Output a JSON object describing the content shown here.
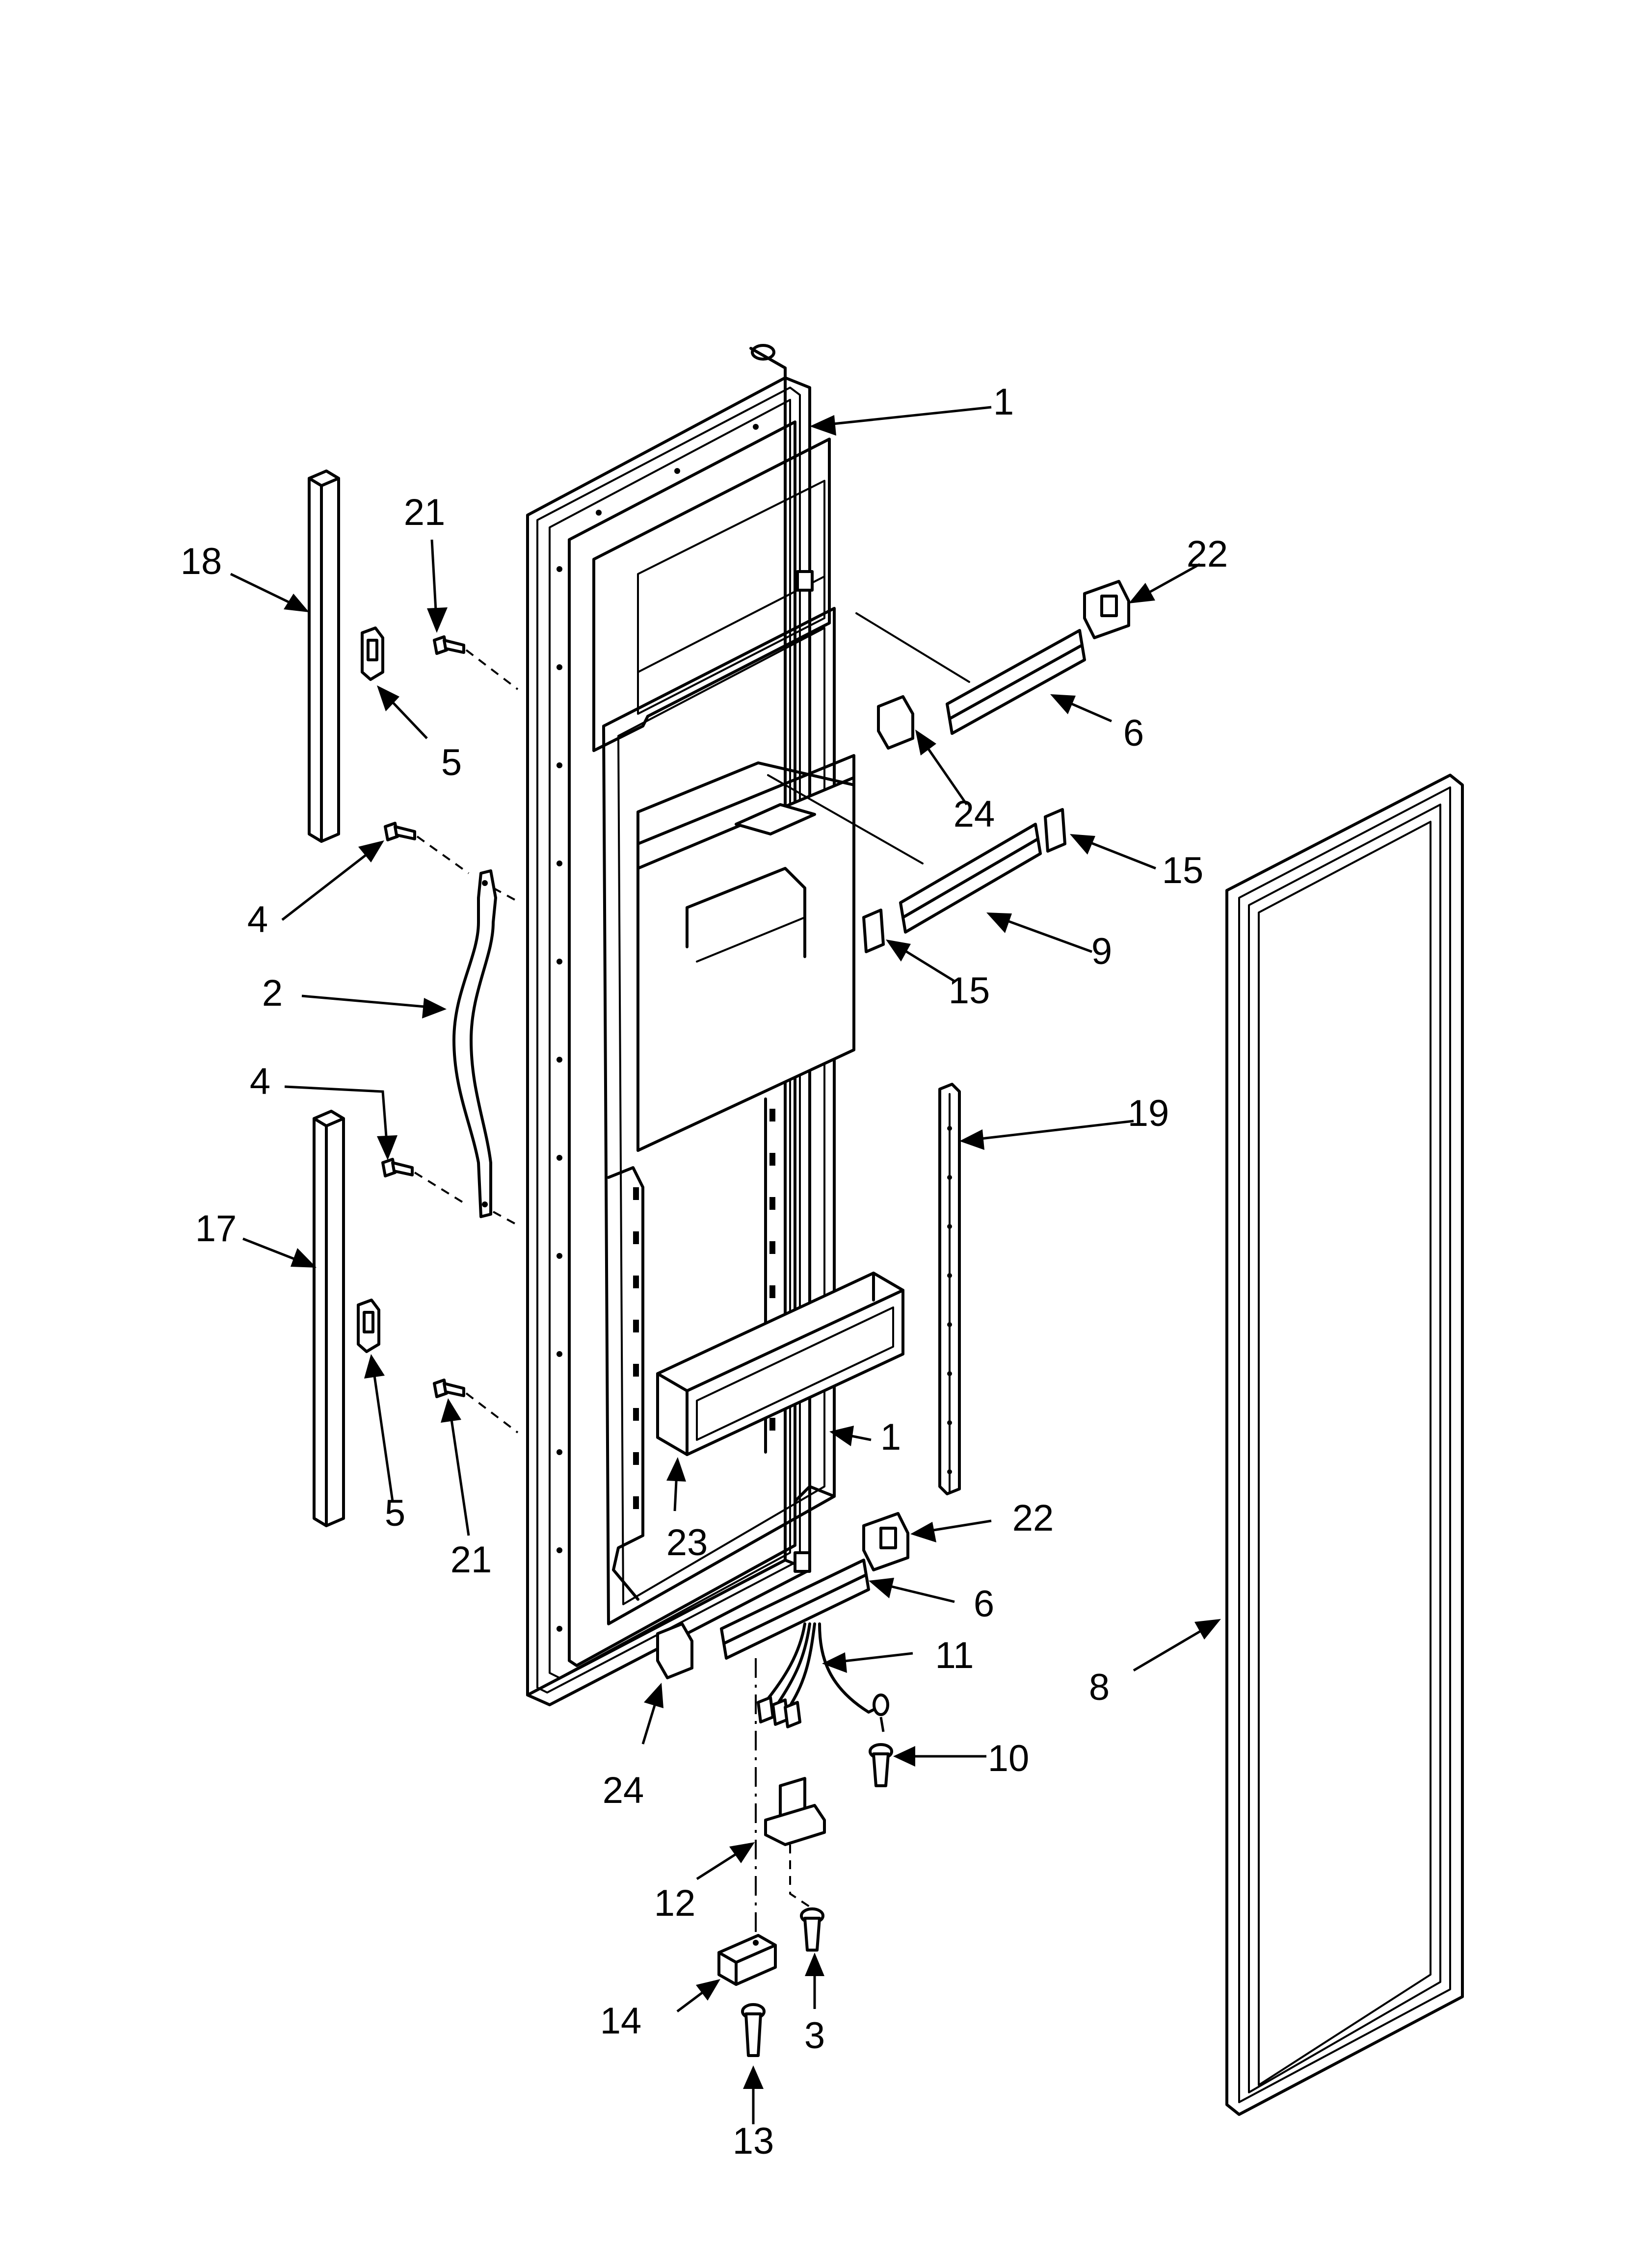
{
  "callouts": [
    "1",
    "1",
    "2",
    "3",
    "4",
    "4",
    "5",
    "5",
    "6",
    "6",
    "8",
    "9",
    "10",
    "11",
    "12",
    "13",
    "14",
    "15",
    "15",
    "17",
    "18",
    "19",
    "21",
    "21",
    "22",
    "22",
    "23",
    "24",
    "24"
  ]
}
